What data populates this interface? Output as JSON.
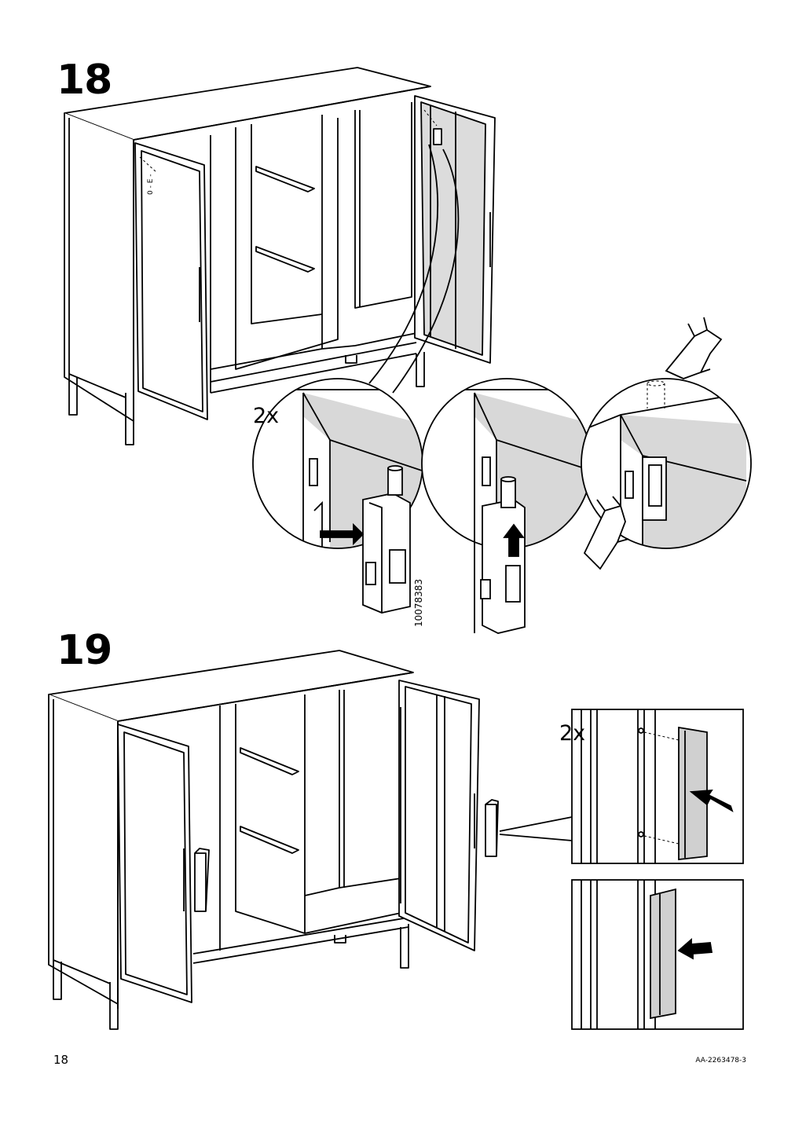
{
  "steps": [
    {
      "number": "18",
      "detail_quantity": "2x",
      "part_number": "10078383"
    },
    {
      "number": "19",
      "detail_quantity": "2x"
    }
  ],
  "footer": {
    "page_number": "18",
    "document_code": "AA-2263478-3"
  }
}
